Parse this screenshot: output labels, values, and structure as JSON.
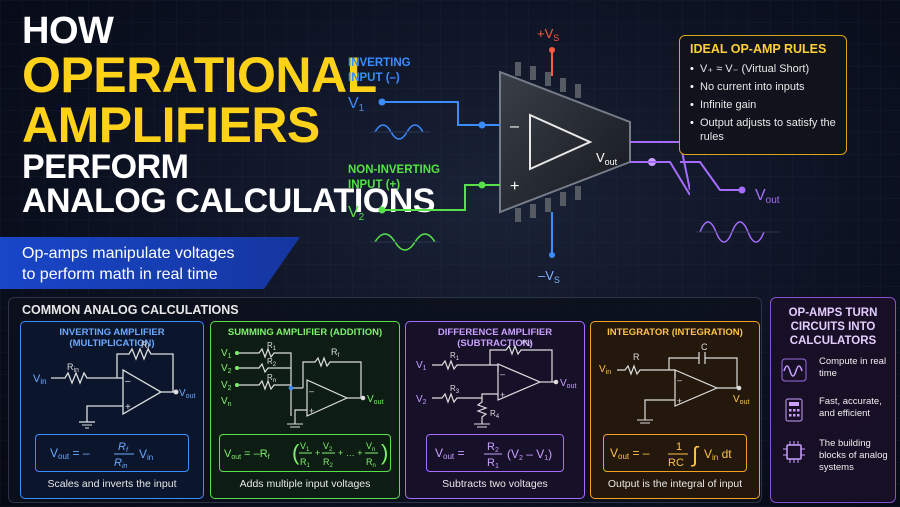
{
  "title": {
    "line1": "HOW",
    "line2": "OPERATIONAL",
    "line3": "AMPLIFIERS",
    "line4": "PERFORM",
    "line5": "ANALOG CALCULATIONS"
  },
  "banner": {
    "line1": "Op-amps manipulate voltages",
    "line2": "to perform math in real time"
  },
  "opamp": {
    "inv_label1": "INVERTING",
    "inv_label2": "INPUT (–)",
    "v1": "V",
    "v1_sub": "1",
    "noninv_label1": "NON-INVERTING",
    "noninv_label2": "INPUT (+)",
    "v2": "V",
    "v2_sub": "2",
    "plus_vs": "+V",
    "plus_vs_sub": "S",
    "minus_vs": "–V",
    "minus_vs_sub": "S",
    "minus_sign": "–",
    "plus_sign": "+",
    "vout_chip": "V",
    "vout_chip_sub": "out",
    "vout": "V",
    "vout_sub": "out"
  },
  "rules": {
    "title": "IDEAL OP-AMP RULES",
    "items": [
      "V₊ ≈ V₋    (Virtual Short)",
      "No current into inputs",
      "Infinite gain",
      "Output adjusts to satisfy the rules"
    ]
  },
  "section_title": "COMMON ANALOG CALCULATIONS",
  "cards": [
    {
      "title": "INVERTING AMPLIFIER (MULTIPLICATION)",
      "desc": "Scales and inverts the input",
      "labels": {
        "vin": "V",
        "vin_sub": "in",
        "rin": "R",
        "rin_sub": "in",
        "rf": "R",
        "rf_sub": "f",
        "vout": "V",
        "vout_sub": "out"
      }
    },
    {
      "title": "SUMMING AMPLIFIER (ADDITION)",
      "desc": "Adds multiple input voltages",
      "labels": {
        "v1": "V",
        "v1_sub": "1",
        "v2": "V",
        "v2_sub": "2",
        "v3": "V",
        "v3_sub": "2",
        "vn": "V",
        "vn_sub": "n",
        "r1": "R",
        "r1_sub": "1",
        "r2": "R",
        "r2_sub": "2",
        "rn": "R",
        "rn_sub": "n",
        "rf": "R",
        "rf_sub": "f",
        "vout": "V",
        "vout_sub": "out"
      }
    },
    {
      "title": "DIFFERENCE AMPLIFIER (SUBTRACTION)",
      "desc": "Subtracts two voltages",
      "labels": {
        "v1": "V",
        "v1_sub": "1",
        "v2": "V",
        "v2_sub": "2",
        "r1": "R",
        "r1_sub": "1",
        "r2": "R",
        "r2_sub": "2",
        "r3": "R",
        "r3_sub": "3",
        "r4": "R",
        "r4_sub": "4",
        "vout": "V",
        "vout_sub": "out"
      }
    },
    {
      "title": "INTEGRATOR (INTEGRATION)",
      "desc": "Output is the integral of input",
      "labels": {
        "vin": "V",
        "vin_sub": "in",
        "r": "R",
        "c": "C",
        "vout": "V",
        "vout_sub": "out"
      }
    }
  ],
  "side": {
    "title": "OP-AMPS TURN CIRCUITS INTO CALCULATORS",
    "items": [
      "Compute in real time",
      "Fast, accurate, and efficient",
      "The building blocks of analog systems"
    ]
  },
  "colors": {
    "yellow": "#ffd21a",
    "blue": "#3b8cff",
    "green": "#57e04a",
    "purple": "#a66cff",
    "orange": "#f2a51c",
    "red": "#ff5a3c"
  }
}
